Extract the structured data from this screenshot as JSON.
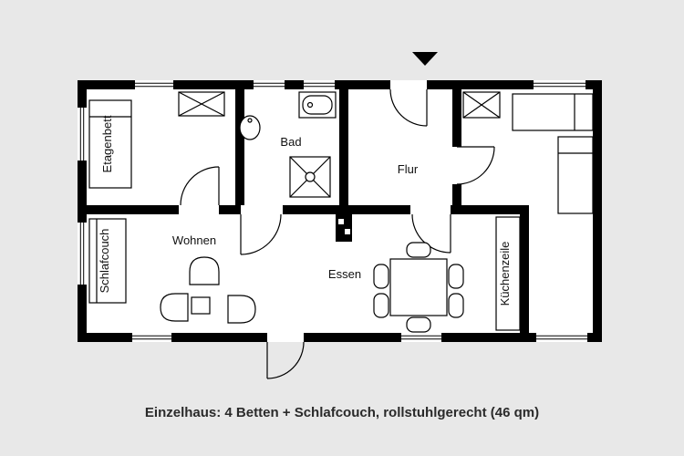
{
  "caption": "Einzelhaus: 4 Betten + Schlafcouch, rollstuhlgerecht (46 qm)",
  "rooms": {
    "etagenbett": "Etagenbett",
    "bad": "Bad",
    "flur": "Flur",
    "wohnen": "Wohnen",
    "essen": "Essen",
    "schlafcouch": "Schlafcouch",
    "kuechenzeile": "Küchenzeile"
  },
  "icons": {
    "entrance_marker": "triangle-down"
  },
  "colors": {
    "background": "#e8e8e8",
    "walls": "#000000",
    "floor": "#ffffff",
    "caption_text": "#2a2a2a"
  }
}
